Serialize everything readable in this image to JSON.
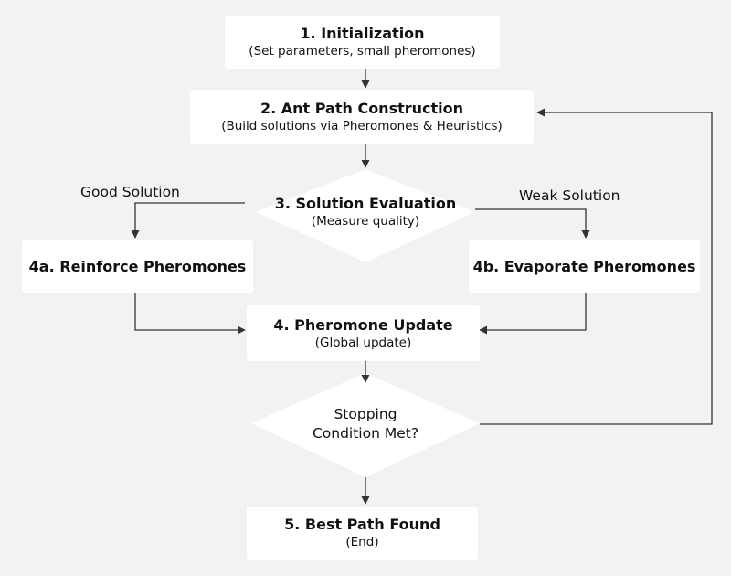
{
  "nodes": {
    "init": {
      "title": "1. Initialization",
      "sub": "(Set parameters, small pheromones)"
    },
    "construct": {
      "title": "2. Ant Path Construction",
      "sub": "(Build solutions via Pheromones & Heuristics)"
    },
    "evaluate": {
      "title": "3. Solution Evaluation",
      "sub": "(Measure quality)"
    },
    "reinforce": {
      "title": "4a. Reinforce Pheromones"
    },
    "evaporate": {
      "title": "4b. Evaporate Pheromones"
    },
    "update": {
      "title": "4. Pheromone Update",
      "sub": "(Global update)"
    },
    "stop": {
      "line1": "Stopping",
      "line2": "Condition Met?"
    },
    "best": {
      "title": "5. Best Path Found",
      "sub": "(End)"
    }
  },
  "edge_labels": {
    "good": "Good Solution",
    "weak": "Weak Solution"
  },
  "colors": {
    "background": "#f2f2f2",
    "node_fill": "#ffffff",
    "line": "#333333",
    "text": "#111111"
  }
}
